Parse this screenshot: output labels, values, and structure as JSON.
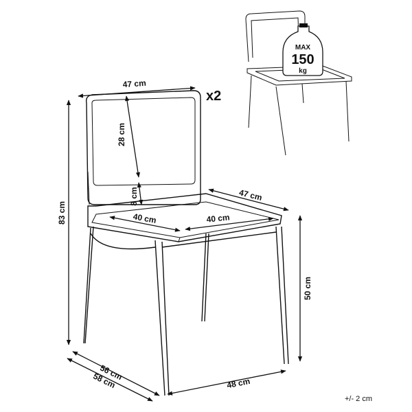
{
  "dimensions": {
    "top_back_width": "47 cm",
    "backrest_height": "28 cm",
    "gap_height": "8 cm",
    "seat_depth_label": "47 cm",
    "seat_inner_left": "40 cm",
    "seat_inner_right": "40 cm",
    "total_height": "83 cm",
    "seat_height": "50 cm",
    "depth_inner": "56 cm",
    "depth_outer": "58 cm",
    "front_width": "48 cm"
  },
  "quantity": "x2",
  "max_load": {
    "line1": "MAX",
    "line2": "150",
    "line3": "kg"
  },
  "tolerance": "+/- 2 cm",
  "icons": [
    "chair-thumbnail-icon",
    "weight-icon",
    "dimension-arrow-icon"
  ]
}
